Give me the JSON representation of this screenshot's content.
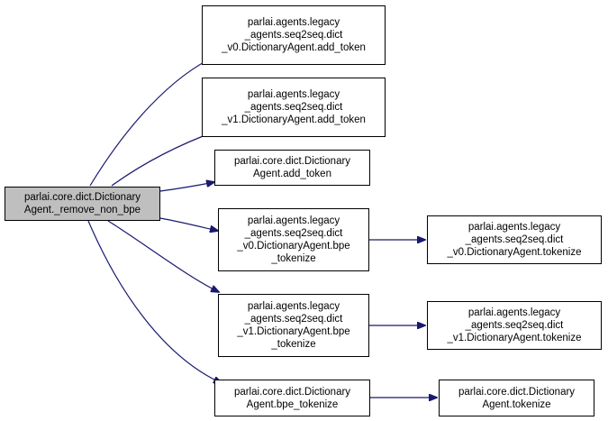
{
  "colors": {
    "edge": "#191970",
    "root_fill": "#bfbfbf",
    "node_fill": "#ffffff",
    "border": "#000000"
  },
  "nodes": {
    "root": {
      "lines": [
        "parlai.core.dict.Dictionary",
        "Agent._remove_non_bpe"
      ]
    },
    "v0_add_token": {
      "lines": [
        "parlai.agents.legacy",
        "_agents.seq2seq.dict",
        "_v0.DictionaryAgent.add_token"
      ]
    },
    "v1_add_token": {
      "lines": [
        "parlai.agents.legacy",
        "_agents.seq2seq.dict",
        "_v1.DictionaryAgent.add_token"
      ]
    },
    "core_add_token": {
      "lines": [
        "parlai.core.dict.Dictionary",
        "Agent.add_token"
      ]
    },
    "v0_bpe_tokenize": {
      "lines": [
        "parlai.agents.legacy",
        "_agents.seq2seq.dict",
        "_v0.DictionaryAgent.bpe",
        "_tokenize"
      ]
    },
    "v1_bpe_tokenize": {
      "lines": [
        "parlai.agents.legacy",
        "_agents.seq2seq.dict",
        "_v1.DictionaryAgent.bpe",
        "_tokenize"
      ]
    },
    "core_bpe_tokenize": {
      "lines": [
        "parlai.core.dict.Dictionary",
        "Agent.bpe_tokenize"
      ]
    },
    "v0_tokenize": {
      "lines": [
        "parlai.agents.legacy",
        "_agents.seq2seq.dict",
        "_v0.DictionaryAgent.tokenize"
      ]
    },
    "v1_tokenize": {
      "lines": [
        "parlai.agents.legacy",
        "_agents.seq2seq.dict",
        "_v1.DictionaryAgent.tokenize"
      ]
    },
    "core_tokenize": {
      "lines": [
        "parlai.core.dict.Dictionary",
        "Agent.tokenize"
      ]
    }
  }
}
